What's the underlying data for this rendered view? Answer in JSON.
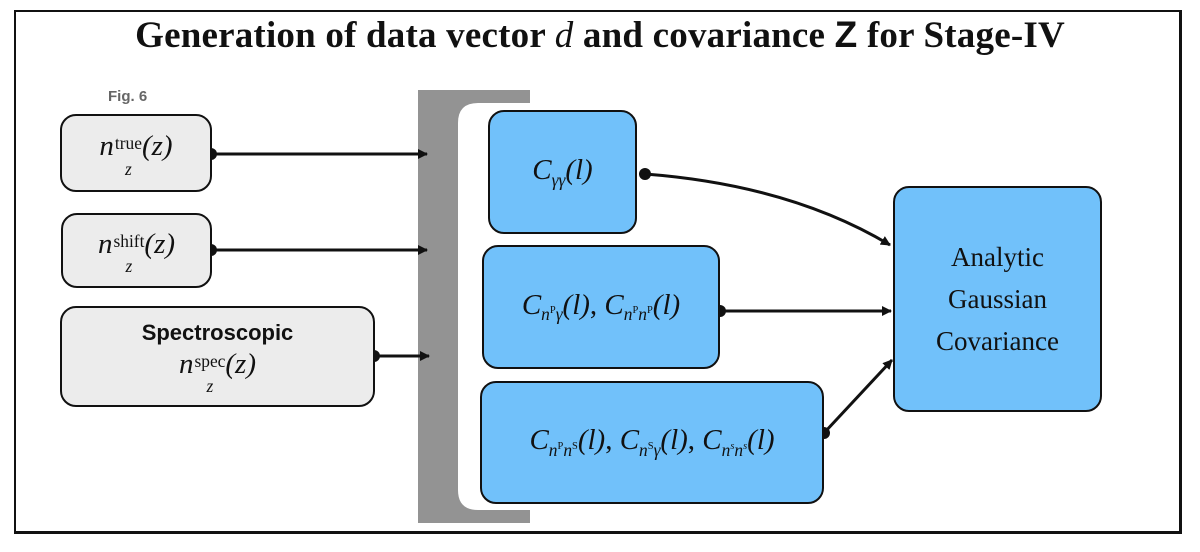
{
  "title": {
    "prefix": "Generation of data vector ",
    "d_symbol": "d",
    "middle": " and covariance ",
    "z_symbol": "Z",
    "suffix": " for Stage-IV"
  },
  "figure_reference": "Fig. 6",
  "inputs": [
    {
      "id": "ntrue",
      "base": "n",
      "sup": "true",
      "sub": "z",
      "arg": "(z)"
    },
    {
      "id": "nshift",
      "base": "n",
      "sup": "shift",
      "sub": "z",
      "arg": "(z)"
    },
    {
      "id": "nspec",
      "label": "Spectroscopic",
      "base": "n",
      "sup": "spec",
      "sub": "z",
      "arg": "(z)"
    }
  ],
  "spectra": {
    "cgg": {
      "text": "C",
      "sub": "γγ",
      "arg": "(l)"
    },
    "photometric": [
      {
        "text": "C",
        "sub_base": "n",
        "sub_sup": "P",
        "sub_tail": "γ",
        "arg": "(l)"
      },
      {
        "text": "C",
        "sub_base": "n",
        "sub_sup": "P",
        "sub_tail": "n",
        "sub_tail_sup": "P",
        "arg": "(l)"
      }
    ],
    "spectroscopic": [
      {
        "text": "C",
        "sub_base": "n",
        "sub_sup": "P",
        "sub_tail": "n",
        "sub_tail_sup": "S",
        "arg": "(l)"
      },
      {
        "text": "C",
        "sub_base": "n",
        "sub_sup": "S",
        "sub_tail": "γ",
        "arg": "(l)"
      },
      {
        "text": "C",
        "sub_base": "n",
        "sub_sup": "s",
        "sub_tail": "n",
        "sub_tail_sup": "s",
        "arg": "(l)"
      }
    ],
    "separator": ", "
  },
  "output": {
    "lines": [
      "Analytic",
      "Gaussian",
      "Covariance"
    ]
  },
  "colors": {
    "input_fill": "#ececec",
    "spectra_fill": "#71c1fa",
    "bracket": "#939393",
    "stroke": "#111111"
  }
}
